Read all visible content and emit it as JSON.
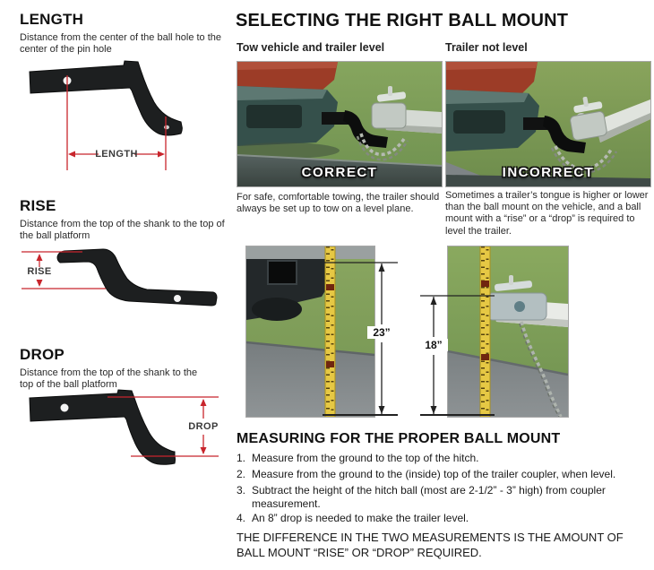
{
  "colors": {
    "annotation_red": "#c8252c",
    "annotation_black": "#222222",
    "grass_green": "#7d9e58",
    "tape_yellow": "#e6c844"
  },
  "left_column": {
    "sections": [
      {
        "title": "LENGTH",
        "description": "Distance from the center of the ball hole to the center of the pin hole",
        "diagram_label": "LENGTH"
      },
      {
        "title": "RISE",
        "description": "Distance from the top of the shank to the top of the ball platform",
        "diagram_label": "RISE"
      },
      {
        "title": "DROP",
        "description": "Distance from the top of the shank to the top of the ball platform",
        "diagram_label": "DROP"
      }
    ]
  },
  "main": {
    "title": "SELECTING THE RIGHT BALL MOUNT",
    "comparison": {
      "left_label": "Tow vehicle and trailer level",
      "right_label": "Trailer not level",
      "left_overlay": "CORRECT",
      "right_overlay": "INCORRECT",
      "left_caption": "For safe, comfortable towing, the trailer should always be set up to tow on a level plane.",
      "right_caption": "Sometimes a trailer’s tongue is higher or lower than the ball mount on the vehicle, and a ball mount with a “rise” or a “drop” is required to level the trailer."
    },
    "figure": {
      "hitch_height": "23”",
      "coupler_height": "18”"
    },
    "measuring": {
      "title": "MEASURING FOR THE PROPER BALL MOUNT",
      "steps": [
        {
          "n": "1.",
          "text": "Measure from the ground to the top of the hitch."
        },
        {
          "n": "2.",
          "text": "Measure from the ground to the (inside) top of the trailer coupler, when level."
        },
        {
          "n": "3.",
          "text": "Subtract the height of the hitch ball (most are 2-1/2” - 3” high) from coupler measurement."
        },
        {
          "n": "4.",
          "text": "An 8” drop is needed to make the trailer level."
        }
      ],
      "conclusion": "THE DIFFERENCE IN THE TWO MEASUREMENTS IS THE AMOUNT OF BALL MOUNT “RISE” OR “DROP” REQUIRED."
    }
  }
}
